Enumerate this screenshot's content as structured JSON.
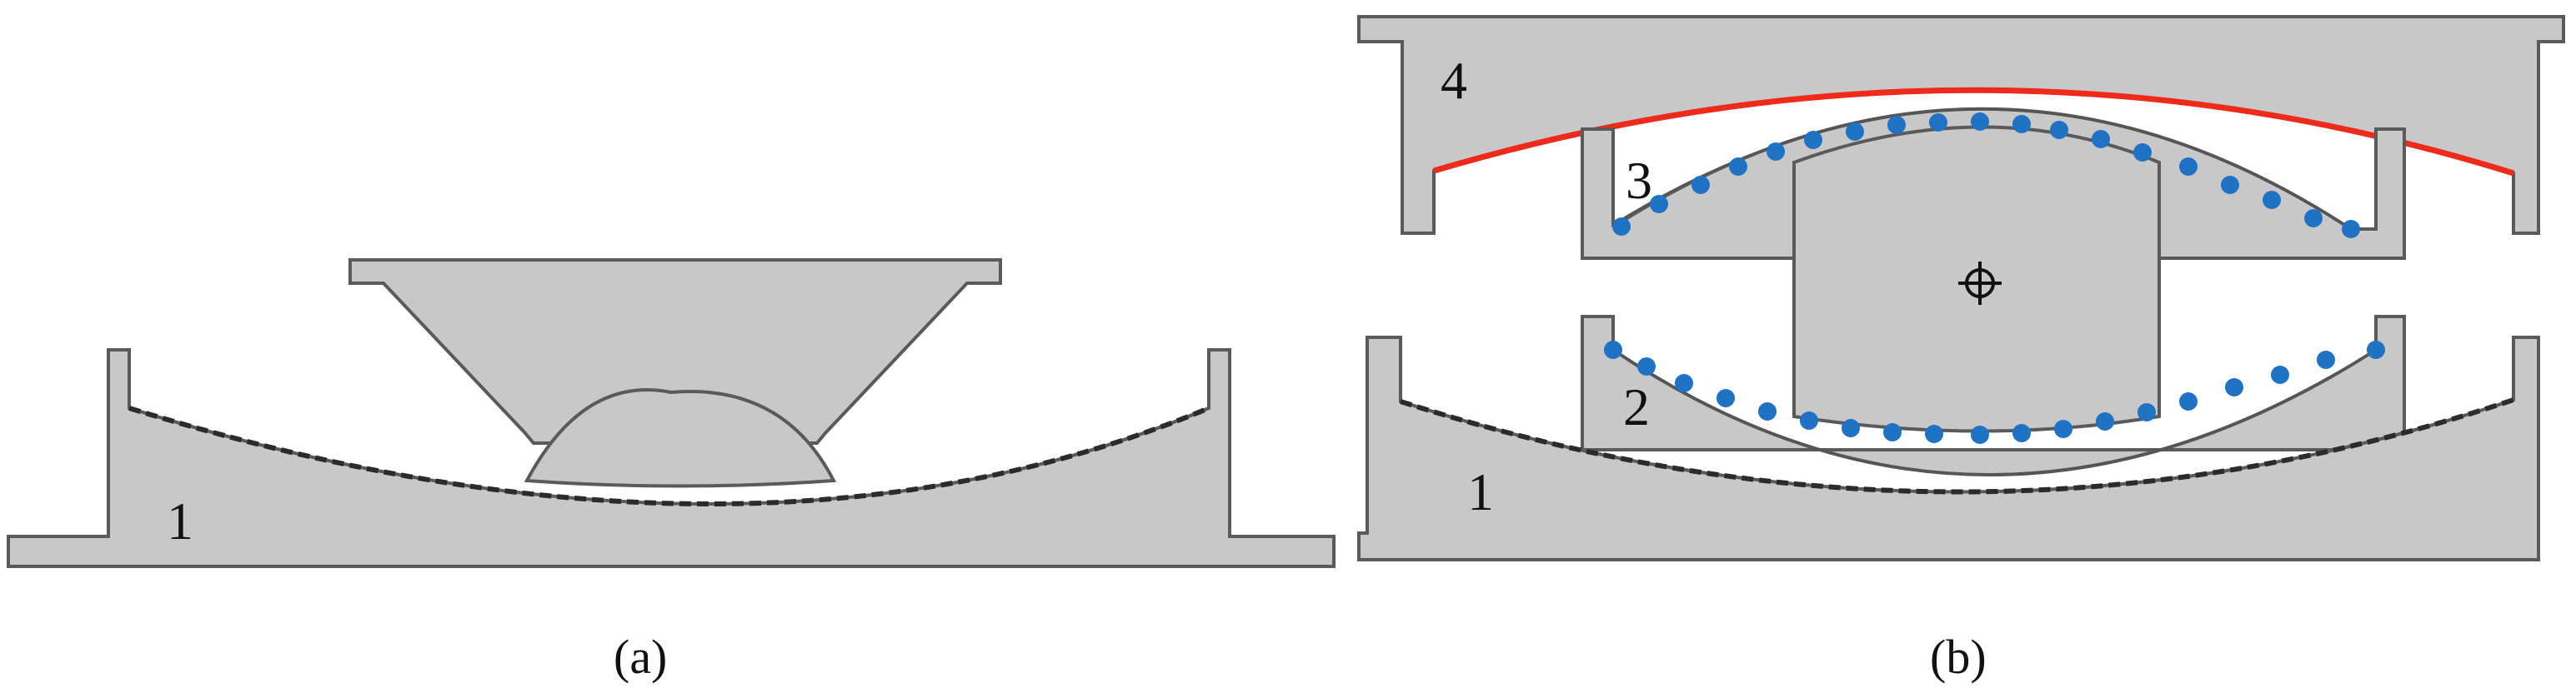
{
  "panels": [
    {
      "id": "a",
      "caption": "(a)",
      "part_labels": [
        "1"
      ]
    },
    {
      "id": "b",
      "caption": "(b)",
      "part_labels": [
        "4",
        "3",
        "2",
        "1"
      ]
    }
  ],
  "colors": {
    "part_fill": "#c8c8c8",
    "outline": "#5a5a5a",
    "slide_line": "#2b2b2b",
    "red_surface": "#ee2a1b",
    "blue_dots": "#1f72c4"
  },
  "icons": {
    "center_marker": "crosshair-icon"
  }
}
